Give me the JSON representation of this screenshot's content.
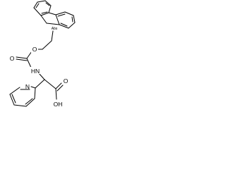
{
  "molecule": {
    "atom_labels": {
      "ether_oxygen": "O",
      "carbonyl_oxygen": "O",
      "amide_nitrogen": "HN",
      "acid_carbonyl_oxygen": "O",
      "acid_hydroxyl": "OH",
      "pyridine_nitrogen": "N"
    },
    "stereo_label": "Abs",
    "line_color": "#000000",
    "background_color": "#ffffff"
  }
}
